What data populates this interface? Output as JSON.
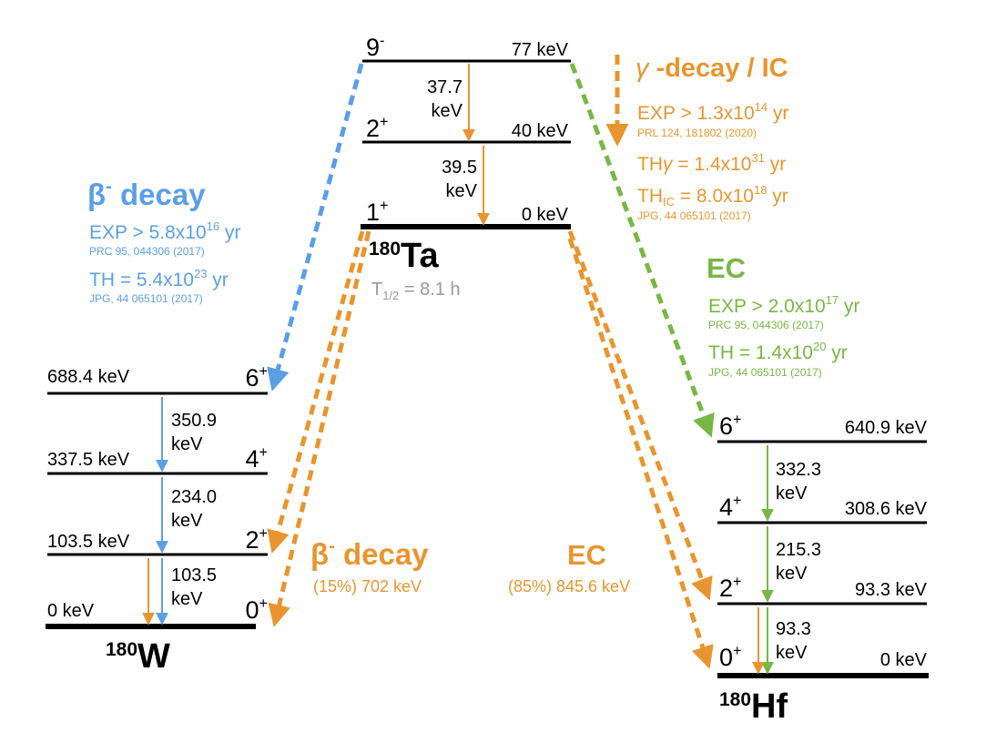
{
  "colors": {
    "black": "#000000",
    "blue": "#5a9fe6",
    "orange": "#e8952f",
    "green": "#76b843",
    "gray": "#999999"
  },
  "ta": {
    "mass": "180",
    "symbol": "Ta",
    "half_life_label": "T",
    "half_life_sub": "1/2",
    "half_life_value": " = 8.1 h",
    "levels": [
      {
        "spin": "9",
        "parity": "-",
        "energy": "77 keV"
      },
      {
        "spin": "2",
        "parity": "+",
        "energy": "40 keV"
      },
      {
        "spin": "1",
        "parity": "+",
        "energy": "0 keV"
      }
    ],
    "transitions": [
      {
        "energy": "37.7",
        "unit": "keV"
      },
      {
        "energy": "39.5",
        "unit": "keV"
      }
    ]
  },
  "w": {
    "mass": "180",
    "symbol": "W",
    "levels": [
      {
        "spin": "6",
        "parity": "+",
        "energy": "688.4 keV"
      },
      {
        "spin": "4",
        "parity": "+",
        "energy": "337.5 keV"
      },
      {
        "spin": "2",
        "parity": "+",
        "energy": "103.5 keV"
      },
      {
        "spin": "0",
        "parity": "+",
        "energy": "0 keV"
      }
    ],
    "transitions": [
      {
        "energy": "350.9",
        "unit": "keV"
      },
      {
        "energy": "234.0",
        "unit": "keV"
      },
      {
        "energy": "103.5",
        "unit": "keV"
      }
    ]
  },
  "hf": {
    "mass": "180",
    "symbol": "Hf",
    "levels": [
      {
        "spin": "6",
        "parity": "+",
        "energy": "640.9 keV"
      },
      {
        "spin": "4",
        "parity": "+",
        "energy": "308.6 keV"
      },
      {
        "spin": "2",
        "parity": "+",
        "energy": "93.3 keV"
      },
      {
        "spin": "0",
        "parity": "+",
        "energy": "0 keV"
      }
    ],
    "transitions": [
      {
        "energy": "332.3",
        "unit": "keV"
      },
      {
        "energy": "215.3",
        "unit": "keV"
      },
      {
        "energy": "93.3",
        "unit": "keV"
      }
    ]
  },
  "beta_upper": {
    "title": "β",
    "title_sup": "-",
    "title_rest": " decay",
    "exp_pre": "EXP > 5.8x10",
    "exp_sup": "16",
    "exp_post": " yr",
    "exp_ref": "PRC 95, 044306 (2017)",
    "th_pre": "TH   = 5.4x10",
    "th_sup": "23",
    "th_post": " yr",
    "th_ref": "JPG, 44 065101 (2017)"
  },
  "gamma": {
    "title_symbol": "γ",
    "title_rest": " -decay / IC",
    "exp_pre": "EXP > 1.3x10",
    "exp_sup": "14",
    "exp_post": " yr",
    "exp_ref": "PRL 124, 181802 (2020)",
    "thg_pre": "TH",
    "thg_sub": "γ",
    "thg_mid": "  = 1.4x10",
    "thg_sup": "31",
    "thg_post": " yr",
    "thic_pre": "TH",
    "thic_sub": "IC",
    "thic_mid": " = 8.0x10",
    "thic_sup": "18",
    "thic_post": " yr",
    "th_ref": "JPG, 44 065101 (2017)"
  },
  "ec_upper": {
    "title": "EC",
    "exp_pre": "EXP > 2.0x10",
    "exp_sup": "17",
    "exp_post": " yr",
    "exp_ref": "PRC 95, 044306 (2017)",
    "th_pre": "TH   = 1.4x10",
    "th_sup": "20",
    "th_post": " yr",
    "th_ref": "JPG, 44 065101 (2017)"
  },
  "beta_lower": {
    "title": "β",
    "title_sup": "-",
    "title_rest": " decay",
    "detail": "(15%) 702 keV"
  },
  "ec_lower": {
    "title": "EC",
    "detail": "(85%) 845.6 keV"
  }
}
